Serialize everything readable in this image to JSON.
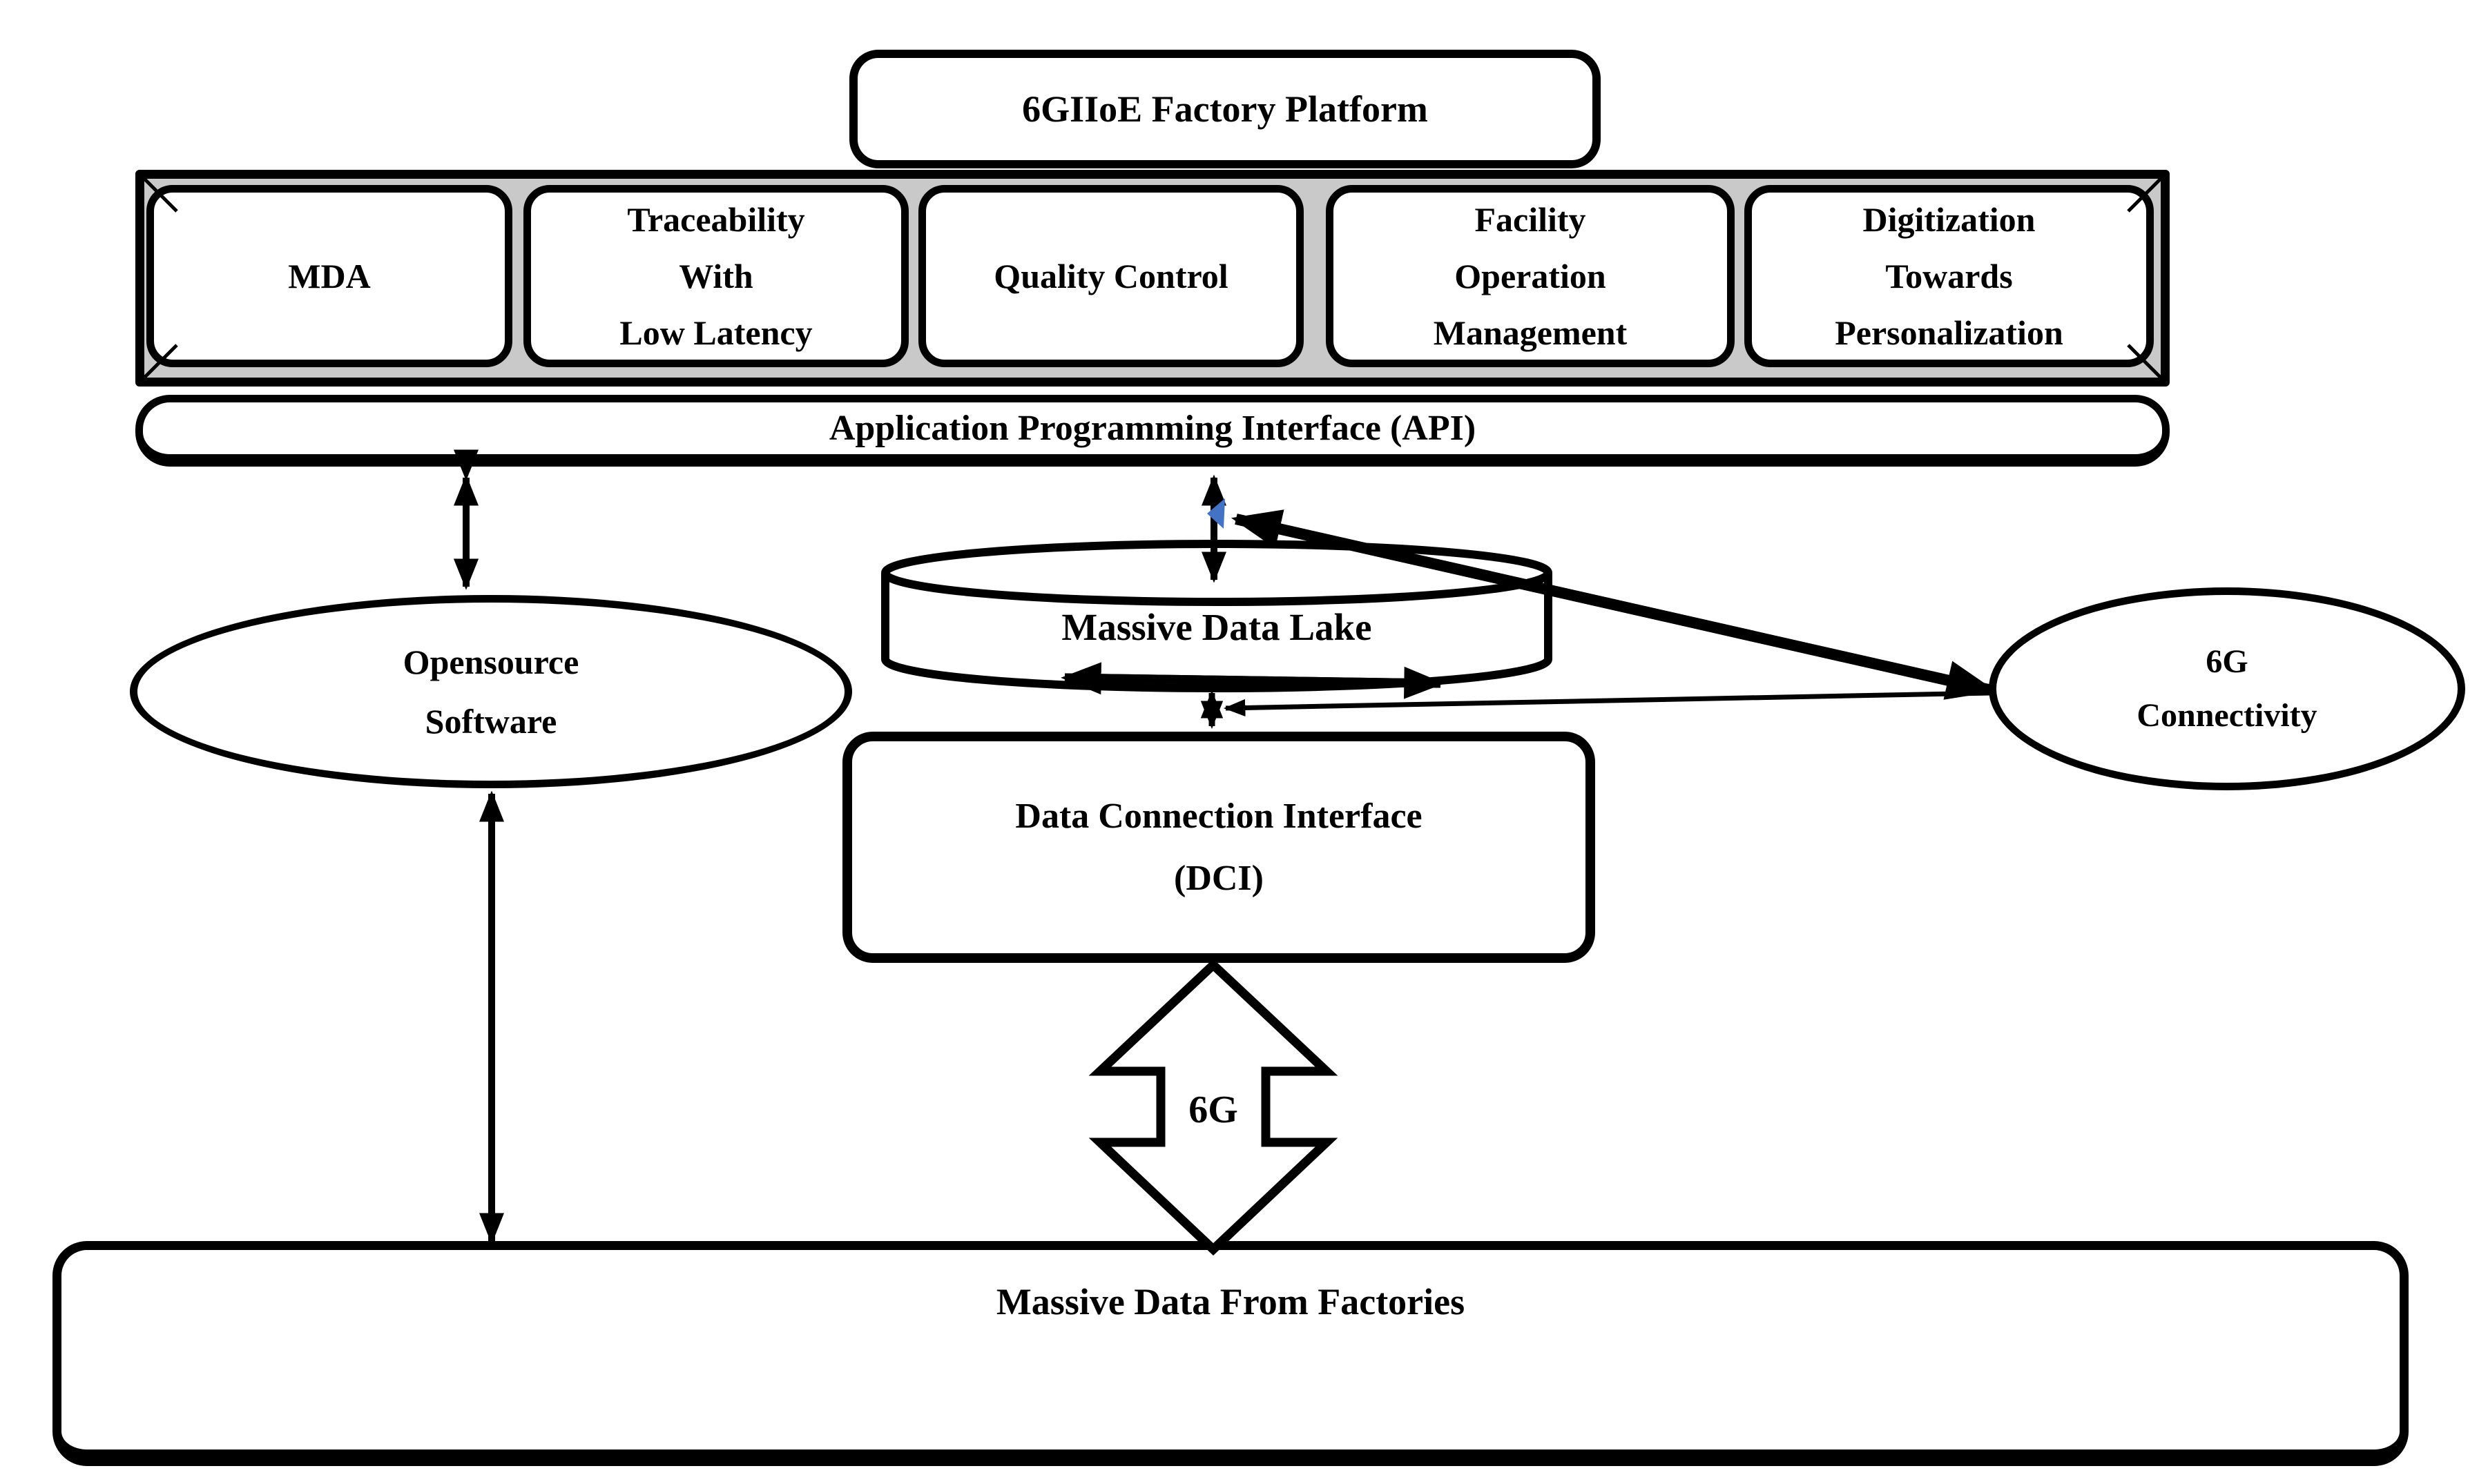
{
  "figure": {
    "platform": {
      "title": "6GIIoE Factory Platform",
      "api_label": "Application Programming Interface (API)",
      "modules": [
        {
          "label": "MDA"
        },
        {
          "label": "Traceability\nWith\nLow Latency"
        },
        {
          "label": "Quality Control"
        },
        {
          "label": "Facility\nOperation\nManagement"
        },
        {
          "label": "Digitization\nTowards\nPersonalization"
        }
      ]
    },
    "nodes": {
      "data_lake": {
        "label": "Massive Data Lake"
      },
      "opensource": {
        "label": "Opensource\nSoftware"
      },
      "connectivity": {
        "label": "6G\nConnectivity"
      },
      "dci": {
        "label": "Data Connection Interface\n(DCI)"
      },
      "six_g_link": {
        "label": "6G"
      },
      "factories": {
        "label": "Massive Data From Factories"
      }
    },
    "connections": [
      {
        "from": "api",
        "to": "opensource-software",
        "style": "double-headed-arrow"
      },
      {
        "from": "api",
        "to": "massive-data-lake",
        "style": "double-headed-arrow"
      },
      {
        "from": "opensource-software",
        "to": "massive-data-from-factories",
        "style": "double-headed-arrow"
      },
      {
        "from": "massive-data-lake",
        "to": "massive-data-lake",
        "style": "horizontal-double-headed-arrow"
      },
      {
        "from": "massive-data-lake",
        "to": "data-connection-interface",
        "style": "double-headed-arrow"
      },
      {
        "from": "6g-connectivity",
        "to": "massive-data-lake",
        "style": "thick-double-headed-arrow"
      },
      {
        "from": "6g-connectivity",
        "to": "lake-dci-junction",
        "style": "thin-arrow"
      },
      {
        "from": "data-connection-interface",
        "to": "massive-data-from-factories",
        "style": "6g-block-arrow"
      }
    ],
    "colors": {
      "line": "#000000",
      "frame_fill": "#C9C9C9",
      "shape_fill": "#FFFFFF",
      "highlight_arrowhead": "#4472C4"
    }
  }
}
